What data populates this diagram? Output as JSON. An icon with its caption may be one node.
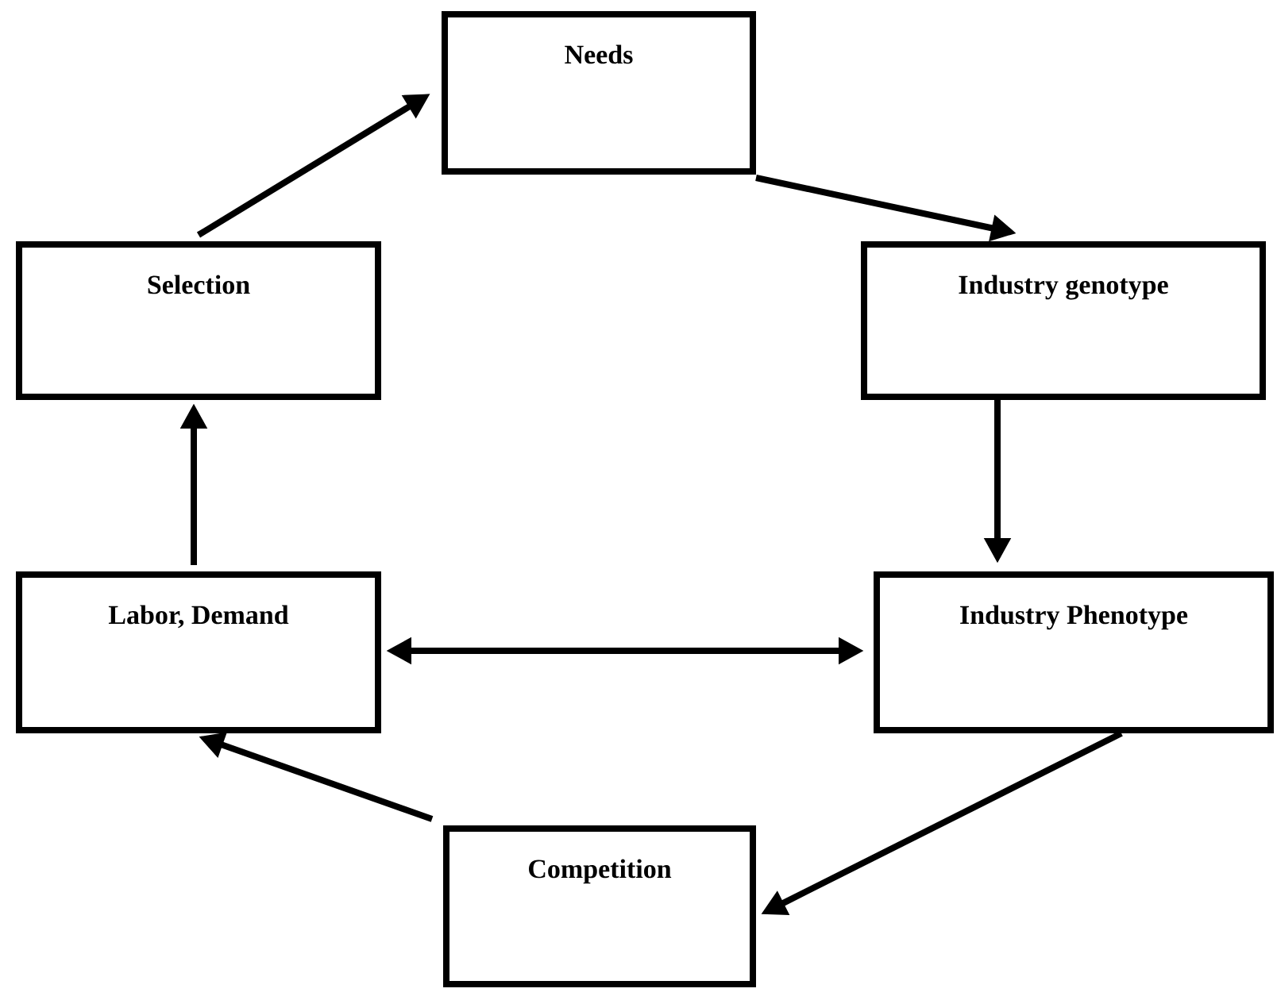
{
  "diagram": {
    "nodes": [
      {
        "text": [
          "Needs"
        ]
      },
      {
        "text": [
          "Selection"
        ]
      },
      {
        "text": [
          "Industry genotype"
        ]
      },
      {
        "text": [
          "Labor, Demand"
        ]
      },
      {
        "text": [
          "Industry Phenotype"
        ]
      },
      {
        "text": [
          "Competition"
        ]
      }
    ],
    "edges": [
      {
        "from": 1,
        "to": 0,
        "arrow": "to"
      },
      {
        "from": 0,
        "to": 2,
        "arrow": "to"
      },
      {
        "from": 2,
        "to": 4,
        "arrow": "to"
      },
      {
        "from": 3,
        "to": 4,
        "arrow": "both"
      },
      {
        "from": 4,
        "to": 5,
        "arrow": "to"
      },
      {
        "from": 5,
        "to": 3,
        "arrow": "to"
      },
      {
        "from": 3,
        "to": 1,
        "arrow": "to"
      }
    ]
  }
}
